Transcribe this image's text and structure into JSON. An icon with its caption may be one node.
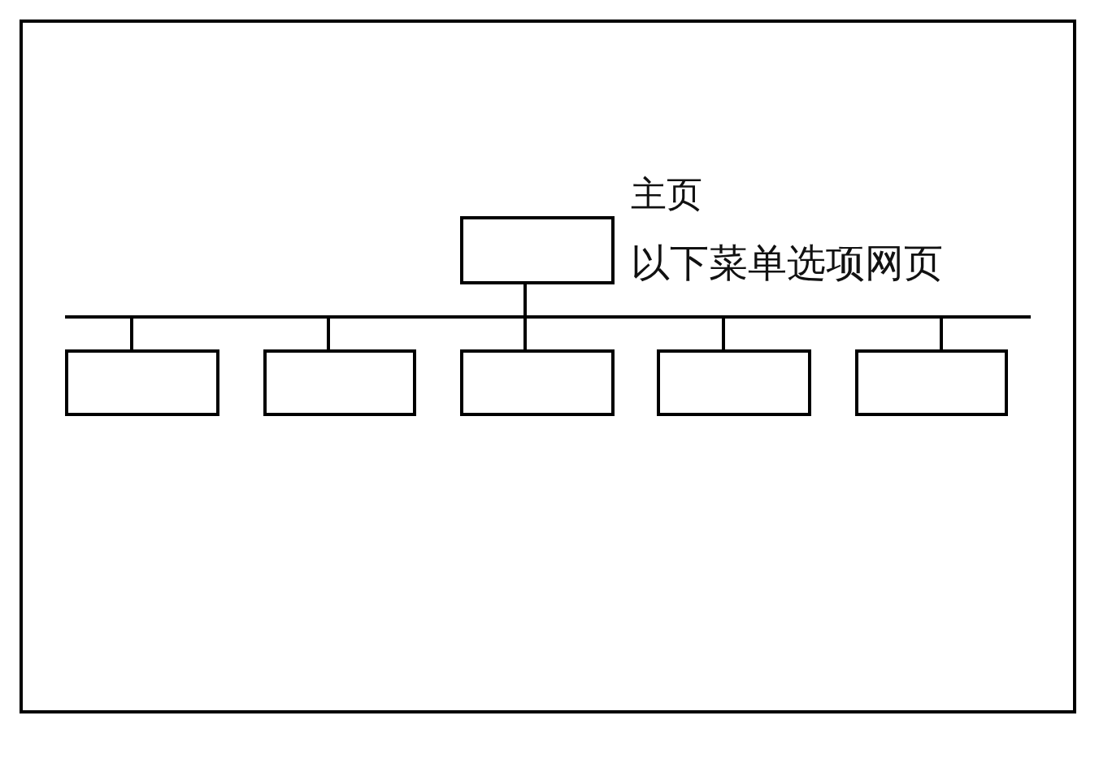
{
  "diagram": {
    "nodes": [
      {
        "text": [],
        "shape": "box",
        "beside": [
          "主页"
        ]
      },
      {
        "text": [],
        "shape": "box"
      },
      {
        "text": [],
        "shape": "box"
      },
      {
        "text": [],
        "shape": "box"
      },
      {
        "text": [],
        "shape": "box"
      },
      {
        "text": [],
        "shape": "box"
      }
    ],
    "edges": [
      {
        "from": 0,
        "to": 1,
        "arrow": "none"
      },
      {
        "from": 0,
        "to": 2,
        "arrow": "none"
      },
      {
        "from": 0,
        "to": 3,
        "arrow": "none"
      },
      {
        "from": 0,
        "to": 4,
        "arrow": "none"
      },
      {
        "from": 0,
        "to": 5,
        "arrow": "none"
      }
    ],
    "labels": [
      "以下菜单选项网页"
    ]
  }
}
